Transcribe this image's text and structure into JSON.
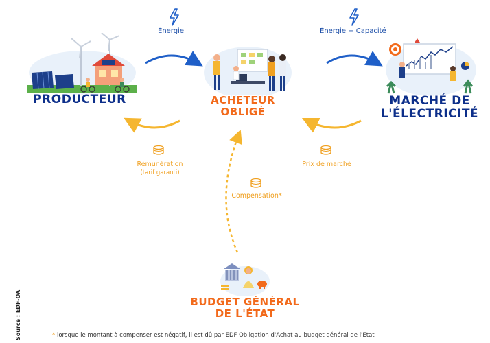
{
  "nodes": {
    "producteur": "PRODUCTEUR",
    "acheteur_line1": "ACHETEUR",
    "acheteur_line2": "OBLIGÉ",
    "marche_line1": "MARCHÉ DE",
    "marche_line2": "L'ÉLECTRICITÉ",
    "budget_line1": "BUDGET GÉNÉRAL",
    "budget_line2": "DE L'ÉTAT"
  },
  "flows": {
    "energie": "Énergie",
    "energie_capacite": "Énergie + Capacité",
    "remuneration_line1": "Rémunération",
    "remuneration_line2": "(tarif garanti)",
    "prix_marche": "Prix de marché",
    "compensation": "Compensation*"
  },
  "footnote": {
    "star": "*",
    "text": "lorsque le montant à compenser est négatif, il est dû par EDF Obligation d'Achat au budget général de l'Etat"
  },
  "source": "Source : EDF-OA",
  "colors": {
    "blue_arrow": "#1f5fc8",
    "yellow_arrow": "#f5b630",
    "title_blue": "#0d2f8a",
    "title_orange": "#f26a1b"
  },
  "icons": [
    "lightning-icon",
    "coins-icon",
    "solar-wind-house-illustration",
    "office-team-illustration",
    "market-chart-illustration",
    "piggy-bank-illustration"
  ]
}
